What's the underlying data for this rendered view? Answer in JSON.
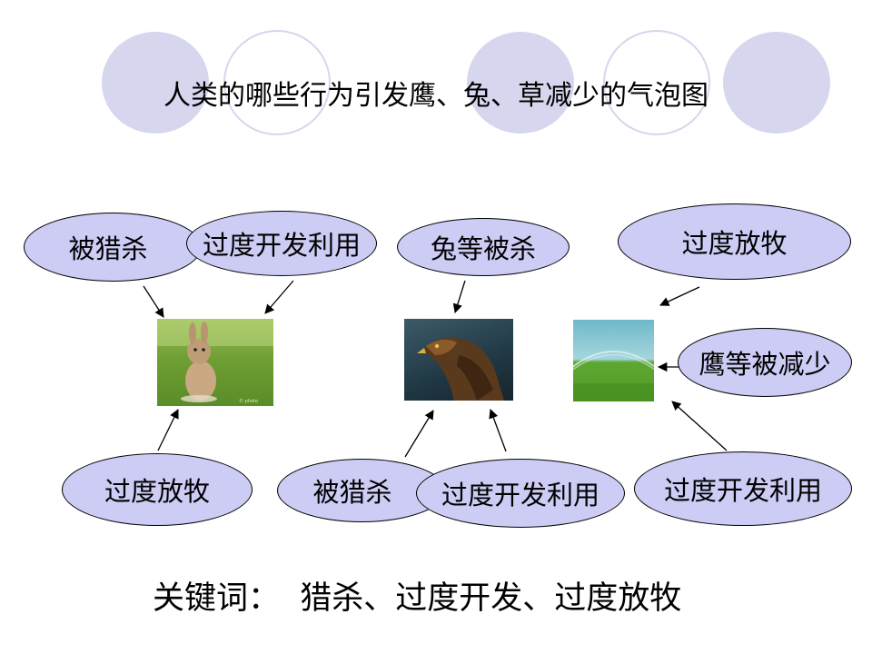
{
  "title": "人类的哪些行为引发鹰、兔、草减少的气泡图",
  "bubbles": {
    "rabbit_hunted": "被猎杀",
    "rabbit_overdev": "过度开发利用",
    "rabbit_overgraze": "过度放牧",
    "eagle_rabbits_hunted": "兔等被杀",
    "eagle_hunted": "被猎杀",
    "eagle_overdev": "过度开发利用",
    "grass_overgraze": "过度放牧",
    "grass_eagles_reduced": "鹰等被减少",
    "grass_overdev": "过度开发利用"
  },
  "keywords": {
    "label": "关键词：",
    "items": "猎杀、过度开发、过度放牧"
  },
  "colors": {
    "bubble_fill": "#ccccf5",
    "decor_circle": "#d6d6ee"
  }
}
